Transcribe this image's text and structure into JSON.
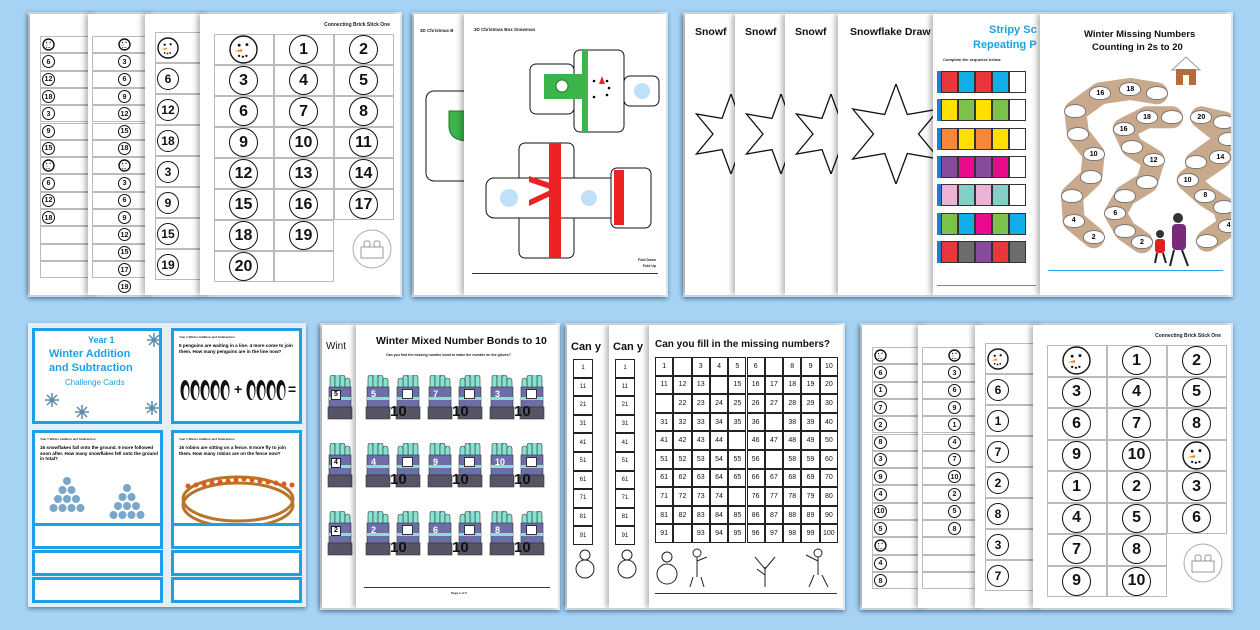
{
  "colors": {
    "background": "#a6d3f3",
    "card_border": "#1ea0e6",
    "title_blue": "#1ea0e6",
    "path_brown": "#c9a98b",
    "snowman_nose": "#f28c1a"
  },
  "brick_top": {
    "header": "Connecting Brick Stick One",
    "back_sheets": [
      [
        "snowman",
        "6",
        "12",
        "18",
        "3",
        "9",
        "15",
        "snowman",
        "6",
        "12",
        "18"
      ],
      [
        "snowman",
        "3",
        "6",
        "9",
        "12",
        "15",
        "18",
        "snowman",
        "3",
        "6",
        "9",
        "12",
        "15",
        "17",
        "19"
      ],
      [
        "snowman",
        "6",
        "12",
        "18",
        "3",
        "9",
        "15",
        "19"
      ]
    ],
    "grid": [
      [
        "snowman",
        "1",
        "2"
      ],
      [
        "3",
        "4",
        "5"
      ],
      [
        "6",
        "7",
        "8"
      ],
      [
        "9",
        "10",
        "11"
      ],
      [
        "12",
        "13",
        "14"
      ],
      [
        "15",
        "16",
        "17"
      ],
      [
        "18",
        "19",
        ""
      ],
      [
        "20",
        "",
        ""
      ]
    ],
    "brick_icon": "lego-brick-icon"
  },
  "box": {
    "back_title": "3D Christmas B",
    "title": "3D Christmas Box Snowman",
    "legend": [
      "Fold Down",
      "Fold Up"
    ]
  },
  "snowflakes": {
    "titles": [
      "Snowf",
      "Snowf",
      "Snowf",
      "Snowflake Draw"
    ]
  },
  "stripy": {
    "title_line1": "Stripy Sc",
    "title_line2": "Repeating P",
    "instruction": "Complete the sequence below.",
    "rows": [
      [
        "#e8363a",
        "#12aee8",
        "#e8363a",
        "#12aee8",
        "#ffffff"
      ],
      [
        "#ffe000",
        "#7cc24a",
        "#ffe000",
        "#7cc24a",
        "#ffffff"
      ],
      [
        "#f7883a",
        "#ffe000",
        "#f7883a",
        "#ffe000",
        "#ffffff"
      ],
      [
        "#8a4a9c",
        "#ea0a8c",
        "#8a4a9c",
        "#ea0a8c",
        "#ffffff"
      ],
      [
        "#ecb4d4",
        "#84d0c8",
        "#ecb4d4",
        "#84d0c8",
        "#ffffff"
      ],
      [
        "#7cc24a",
        "#12aee8",
        "#ea0a8c",
        "#7cc24a",
        "#12aee8"
      ],
      [
        "#e8363a",
        "#6c6c6c",
        "#8a4a9c",
        "#e8363a",
        "#6c6c6c"
      ]
    ]
  },
  "missing": {
    "title_line1": "Winter Missing Numbers",
    "title_line2": "Counting in 2s to 20",
    "paths": [
      [
        "16",
        "18",
        "",
        "",
        "",
        "10",
        "",
        "",
        "4",
        "2"
      ],
      [
        "18",
        "",
        "16",
        "",
        "12",
        "",
        "",
        "6",
        "",
        "2"
      ],
      [
        "20",
        "",
        "",
        "",
        "14",
        "10",
        "8",
        "",
        "4",
        ""
      ]
    ]
  },
  "cards": {
    "year": "Year 1",
    "title_line1": "Winter Addition",
    "title_line2": "and Subtraction",
    "subtitle": "Challenge Cards",
    "header": "Year 1 Winter Addition and Subtraction",
    "q1": "5 penguins are waiting in a line. 4 more come to join them. How many penguins are in the line now?",
    "q2": "16 snowflakes fall onto the ground. 9 more followed soon after. How many snowflakes fell onto the ground in total?",
    "q3": "16 robins are sitting on a fence. 8 more fly to join them. How many robins are on the fence now?",
    "plus": "+",
    "equals": "="
  },
  "mittens": {
    "back_title": "Wint",
    "back_numbers": [
      "5",
      "4",
      "2"
    ],
    "title": "Winter Mixed Number Bonds to 10",
    "instruction": "Can you find the missing number bond to make the number on the gloves?",
    "target": "10",
    "numbers": [
      "5",
      "7",
      "3",
      "4",
      "9",
      "10",
      "2",
      "6",
      "8"
    ],
    "page": "Page 1 of 2"
  },
  "hundred": {
    "back_title": "Can y",
    "title": "Can you fill in the missing numbers?",
    "rows": [
      [
        "1",
        "",
        "3",
        "4",
        "5",
        "6",
        "",
        "8",
        "9",
        "10"
      ],
      [
        "11",
        "12",
        "13",
        "",
        "15",
        "16",
        "17",
        "18",
        "19",
        "20"
      ],
      [
        "",
        "22",
        "23",
        "24",
        "25",
        "26",
        "27",
        "28",
        "29",
        "30"
      ],
      [
        "31",
        "32",
        "33",
        "34",
        "35",
        "36",
        "",
        "38",
        "39",
        "40"
      ],
      [
        "41",
        "42",
        "43",
        "44",
        "",
        "46",
        "47",
        "48",
        "49",
        "50"
      ],
      [
        "51",
        "52",
        "53",
        "54",
        "55",
        "56",
        "",
        "58",
        "59",
        "60"
      ],
      [
        "61",
        "62",
        "63",
        "64",
        "65",
        "66",
        "67",
        "68",
        "69",
        "70"
      ],
      [
        "71",
        "72",
        "73",
        "74",
        "",
        "76",
        "77",
        "78",
        "79",
        "80"
      ],
      [
        "81",
        "82",
        "83",
        "84",
        "85",
        "86",
        "87",
        "88",
        "89",
        "90"
      ],
      [
        "91",
        "",
        "93",
        "94",
        "95",
        "96",
        "97",
        "98",
        "99",
        "100"
      ]
    ],
    "back_first_col": [
      "1",
      "11",
      "21",
      "31",
      "41",
      "51",
      "61",
      "71",
      "81",
      "91"
    ]
  },
  "brick_bottom": {
    "header": "Connecting Brick Stick One",
    "back_sheets": [
      [
        "snowman",
        "6",
        "1",
        "7",
        "2",
        "8",
        "3",
        "9",
        "4",
        "10",
        "5",
        "snowman",
        "4",
        "8"
      ],
      [
        "snowman",
        "3",
        "6",
        "9",
        "1",
        "4",
        "7",
        "10",
        "2",
        "5",
        "8"
      ],
      [
        "snowman",
        "6",
        "1",
        "7",
        "2",
        "8",
        "3",
        "7"
      ]
    ],
    "grid": [
      [
        "snowman",
        "1",
        "2"
      ],
      [
        "3",
        "4",
        "5"
      ],
      [
        "6",
        "7",
        "8"
      ],
      [
        "9",
        "10",
        "snowman"
      ],
      [
        "1",
        "2",
        "3"
      ],
      [
        "4",
        "5",
        "6"
      ],
      [
        "7",
        "8",
        ""
      ],
      [
        "9",
        "10",
        ""
      ]
    ],
    "brick_icon": "lego-brick-icon"
  }
}
